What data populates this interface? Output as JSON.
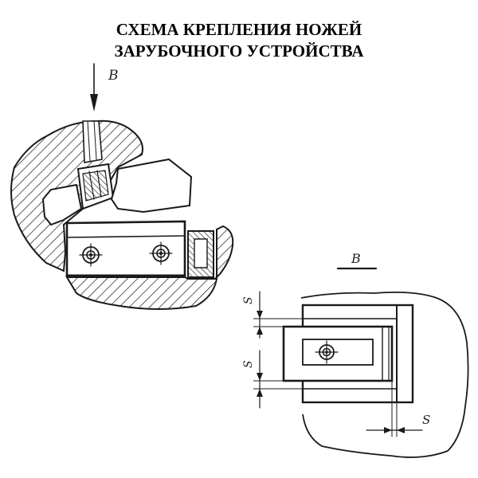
{
  "title": {
    "line1": "СХЕМА КРЕПЛЕНИЯ НОЖЕЙ",
    "line2": "ЗАРУБОЧНОГО УСТРОЙСТВА"
  },
  "labels": {
    "view_arrow": "В",
    "view_title": "В",
    "gap_s_top": "S",
    "gap_s_bottom": "S",
    "gap_s_right": "S"
  }
}
